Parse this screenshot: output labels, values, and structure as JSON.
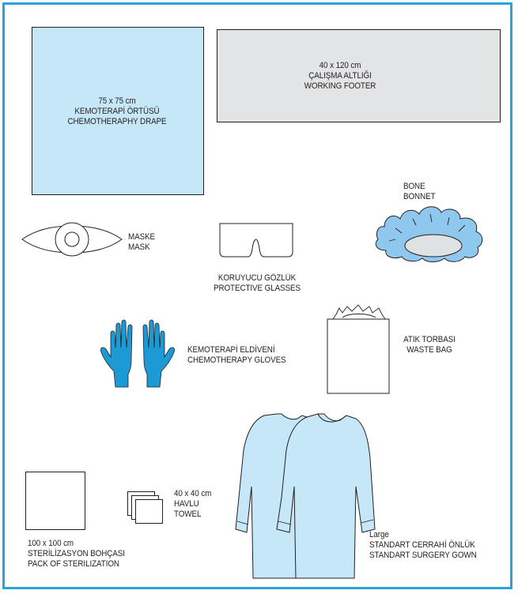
{
  "colors": {
    "frame": "#29a3dc",
    "drape_fill": "#c5e7f8",
    "footer_fill": "#e3e4e5",
    "glove_fill": "#1c9ad6",
    "gown_fill": "#c5e7f8",
    "bonnet_fill": "#8fc8ee",
    "outline": "#231f20"
  },
  "items": {
    "drape": {
      "size": "75 x 75 cm",
      "name_tr": "KEMOTERAPİ ÖRTÜSÜ",
      "name_en": "CHEMOTHERAPHY DRAPE",
      "icon": "square-drape-icon"
    },
    "footer": {
      "size": "40 x 120 cm",
      "name_tr": "ÇALIŞMA ALTLIĞI",
      "name_en": "WORKING FOOTER",
      "icon": "rectangle-footer-icon"
    },
    "bonnet": {
      "name_tr": "BONE",
      "name_en": "BONNET",
      "icon": "bonnet-icon"
    },
    "mask": {
      "name_tr": "MASKE",
      "name_en": "MASK",
      "icon": "mask-icon"
    },
    "glasses": {
      "name_tr": "KORUYUCU GÖZLÜK",
      "name_en": "PROTECTIVE GLASSES",
      "icon": "glasses-icon"
    },
    "gloves": {
      "name_tr": "KEMOTERAPİ ELDİVENİ",
      "name_en": "CHEMOTHERAPY GLOVES",
      "icon": "gloves-icon"
    },
    "waste_bag": {
      "name_tr": "ATIK TORBASI",
      "name_en": "WASTE BAG",
      "icon": "waste-bag-icon"
    },
    "towel": {
      "size": "40 x 40 cm",
      "name_tr": "HAVLU",
      "name_en": "TOWEL",
      "icon": "towel-icon"
    },
    "sterilization_pack": {
      "size": "100 x 100 cm",
      "name_tr": "STERİLİZASYON BOHÇASI",
      "name_en": "PACK OF STERILIZATION",
      "icon": "sterilization-pack-icon"
    },
    "gown": {
      "size": "Large",
      "name_tr": "STANDART CERRAHİ ÖNLÜK",
      "name_en": "STANDART SURGERY GOWN",
      "icon": "gown-icon"
    }
  }
}
